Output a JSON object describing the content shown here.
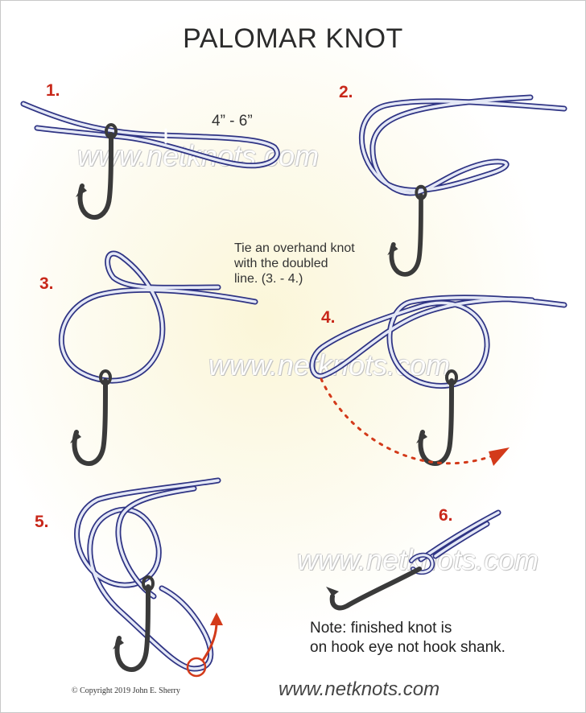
{
  "title": "PALOMAR KNOT",
  "steps": [
    {
      "number": "1."
    },
    {
      "number": "2."
    },
    {
      "number": "3."
    },
    {
      "number": "4."
    },
    {
      "number": "5."
    },
    {
      "number": "6."
    }
  ],
  "measurement": "4” - 6”",
  "instruction": [
    "Tie an overhand knot",
    "with the doubled",
    "line. (3. - 4.)"
  ],
  "watermark": "www.netknots.com",
  "note": [
    "Note: finished knot is",
    "on hook eye not hook shank."
  ],
  "copyright": "© Copyright  2019  John E. Sherry",
  "footer_url": "www.netknots.com",
  "colors": {
    "step_number": "#c8281a",
    "line_outline": "#2f3484",
    "line_fill": "#e4e8f6",
    "hook": "#3a3a3a",
    "arrow": "#d33a1a"
  }
}
